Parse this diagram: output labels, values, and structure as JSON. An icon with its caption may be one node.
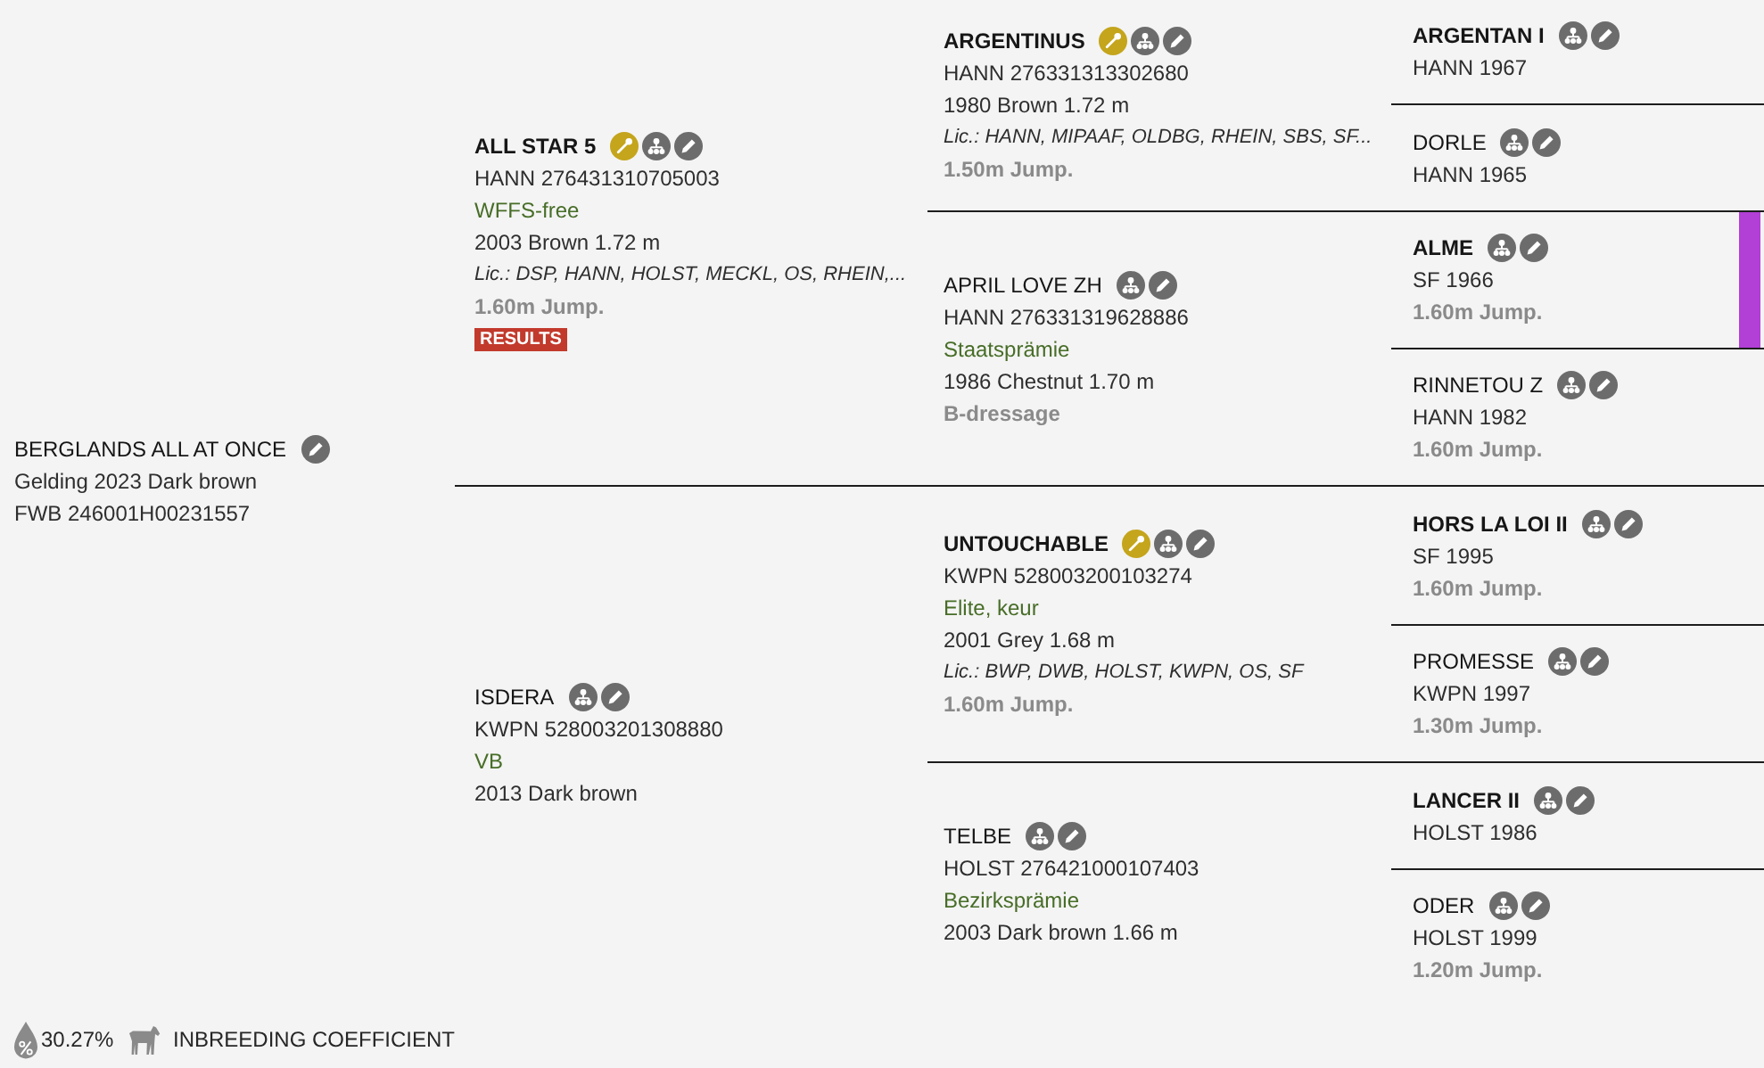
{
  "diagram": {
    "nodes": [
      {
        "text": [
          "BERGLANDS ALL AT ONCE",
          "Gelding 2023 Dark brown",
          "FWB 246001H00231557"
        ]
      },
      {
        "text": [
          "ALL STAR 5",
          "HANN 276431310705003",
          "WFFS-free",
          "2003 Brown 1.72 m",
          "Lic.: DSP, HANN, HOLST, MECKL, OS, RHEIN,...",
          "1.60m Jump.",
          "RESULTS"
        ]
      },
      {
        "text": [
          "ISDERA",
          "KWPN 528003201308880",
          "VB",
          "2013 Dark brown"
        ]
      },
      {
        "text": [
          "ARGENTINUS",
          "HANN 276331313302680",
          "1980 Brown 1.72 m",
          "Lic.: HANN, MIPAAF, OLDBG, RHEIN, SBS, SF...",
          "1.50m Jump."
        ]
      },
      {
        "text": [
          "APRIL LOVE ZH",
          "HANN 276331319628886",
          "Staatsprämie",
          "1986 Chestnut 1.70 m",
          "B-dressage"
        ]
      },
      {
        "text": [
          "UNTOUCHABLE",
          "KWPN 528003200103274",
          "Elite, keur",
          "2001 Grey 1.68 m",
          "Lic.: BWP, DWB, HOLST, KWPN, OS, SF",
          "1.60m Jump."
        ]
      },
      {
        "text": [
          "TELBE",
          "HOLST 276421000107403",
          "Bezirksprämie",
          "2003 Dark brown 1.66 m"
        ]
      },
      {
        "text": [
          "ARGENTAN I",
          "HANN 1967"
        ]
      },
      {
        "text": [
          "DORLE",
          "HANN 1965"
        ]
      },
      {
        "text": [
          "ALME",
          "SF 1966",
          "1.60m Jump."
        ]
      },
      {
        "text": [
          "RINNETOU Z",
          "HANN 1982",
          "1.60m Jump."
        ]
      },
      {
        "text": [
          "HORS LA LOI II",
          "SF 1995",
          "1.60m Jump."
        ]
      },
      {
        "text": [
          "PROMESSE",
          "KWPN 1997",
          "1.30m Jump."
        ]
      },
      {
        "text": [
          "LANCER II",
          "HOLST 1986"
        ]
      },
      {
        "text": [
          "ODER",
          "HOLST 1999",
          "1.20m Jump."
        ]
      }
    ],
    "labels": [
      "30.27%",
      "INBREEDING COEFFICIENT"
    ]
  }
}
